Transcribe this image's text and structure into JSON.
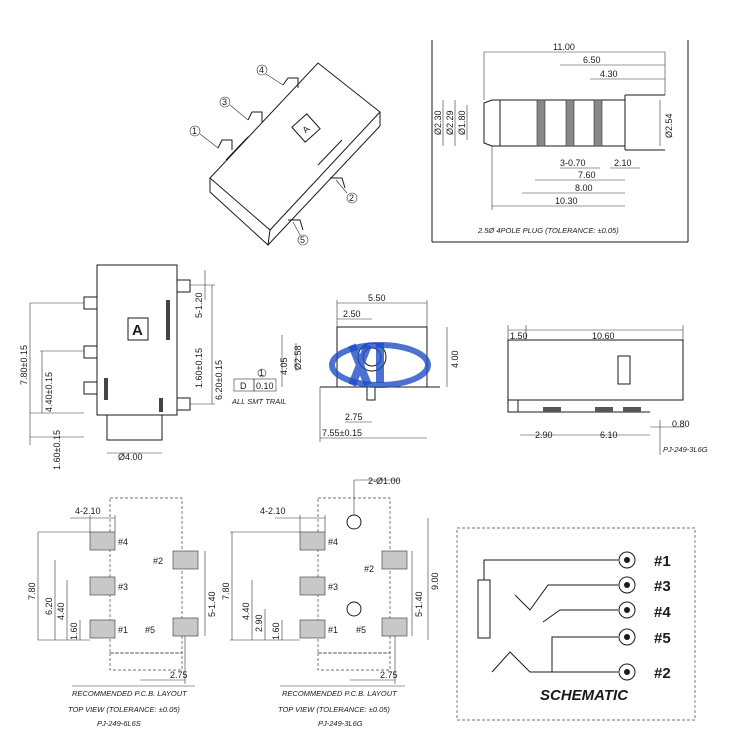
{
  "plug": {
    "dims": [
      "11.00",
      "6.50",
      "4.30",
      "3-0.70",
      "2.10",
      "7.60",
      "8.00",
      "10.30"
    ],
    "diams": [
      "Ø2.30",
      "Ø2.29",
      "Ø1.80",
      "Ø2.54"
    ],
    "caption": "2.5Ø 4POLE PLUG (TOLERANCE: ±0.05)"
  },
  "iso": {
    "pins": [
      "4",
      "3",
      "1",
      "2",
      "5"
    ]
  },
  "front": {
    "dims": [
      "7.80±0.15",
      "4.40±0.15",
      "1.60±0.15",
      "5-1.20",
      "1.60±0.15",
      "6.20±0.15",
      "Ø4.00"
    ],
    "mark": "A"
  },
  "side": {
    "dims": [
      "5.50",
      "2.50",
      "4.05",
      "Ø2.58",
      "4.00",
      "2.75",
      "7.55±0.15"
    ],
    "legend_letter": "D",
    "legend_num": "1",
    "legend_val": "0.10",
    "note": "ALL SMT TRAIL"
  },
  "right": {
    "dims": [
      "1.50",
      "10.60",
      "0.80",
      "2.90",
      "6.10"
    ],
    "model": "PJ-249-3L6G"
  },
  "pcb1": {
    "dims": [
      "4-2.10",
      "7.80",
      "6.20",
      "4.40",
      "1.60",
      "5-1.40",
      "2.75"
    ],
    "pins": [
      "#4",
      "#2",
      "#3",
      "#1",
      "#5"
    ],
    "caption": "RECOMMENDED P.C.B. LAYOUT",
    "view": "TOP VIEW (TOLERANCE: ±0.05)",
    "model": "PJ-249-6L6S"
  },
  "pcb2": {
    "dims": [
      "2-Ø1.00",
      "4-2.10",
      "7.80",
      "4.40",
      "2.90",
      "1.60",
      "5-1.40",
      "9.00",
      "2.75"
    ],
    "pins": [
      "#4",
      "#2",
      "#3",
      "#1",
      "#5"
    ],
    "caption": "RECOMMENDED P.C.B. LAYOUT",
    "view": "TOP VIEW (TOLERANCE: ±0.05)",
    "model": "PJ-249-3L6G"
  },
  "schematic": {
    "pins": [
      "#1",
      "#3",
      "#4",
      "#5",
      "#2"
    ],
    "title": "SCHEMATIC"
  },
  "colors": {
    "line": "#1a1a1a",
    "pad": "#c8c8c8",
    "logo_blue": "#1f4fc6"
  }
}
